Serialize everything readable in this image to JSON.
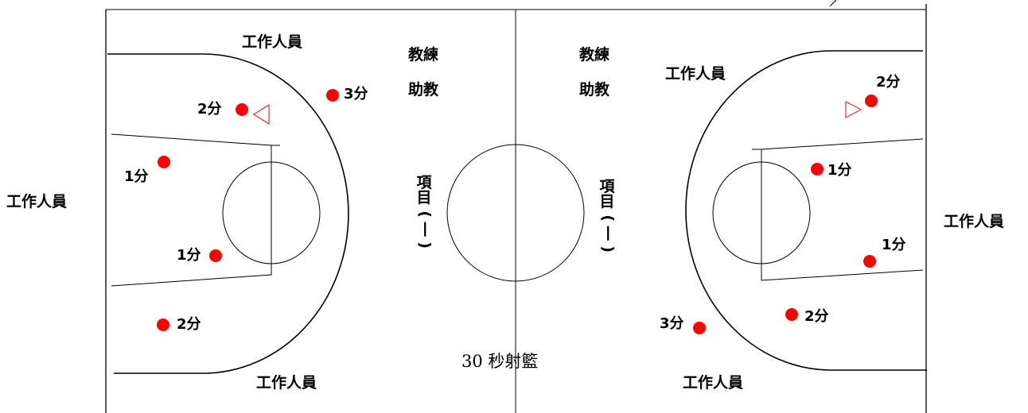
{
  "labels": {
    "staff": "工作人員",
    "coach": "教練",
    "assistant": "助教",
    "caption": "30 秒射籃"
  },
  "item_chars": [
    "項",
    "目",
    "(",
    "一",
    ")"
  ],
  "scores": {
    "one": "1分",
    "two": "2分",
    "three": "3分"
  },
  "colors": {
    "line": "#000000",
    "spot": "#ff0000",
    "marker": "#e03030"
  }
}
